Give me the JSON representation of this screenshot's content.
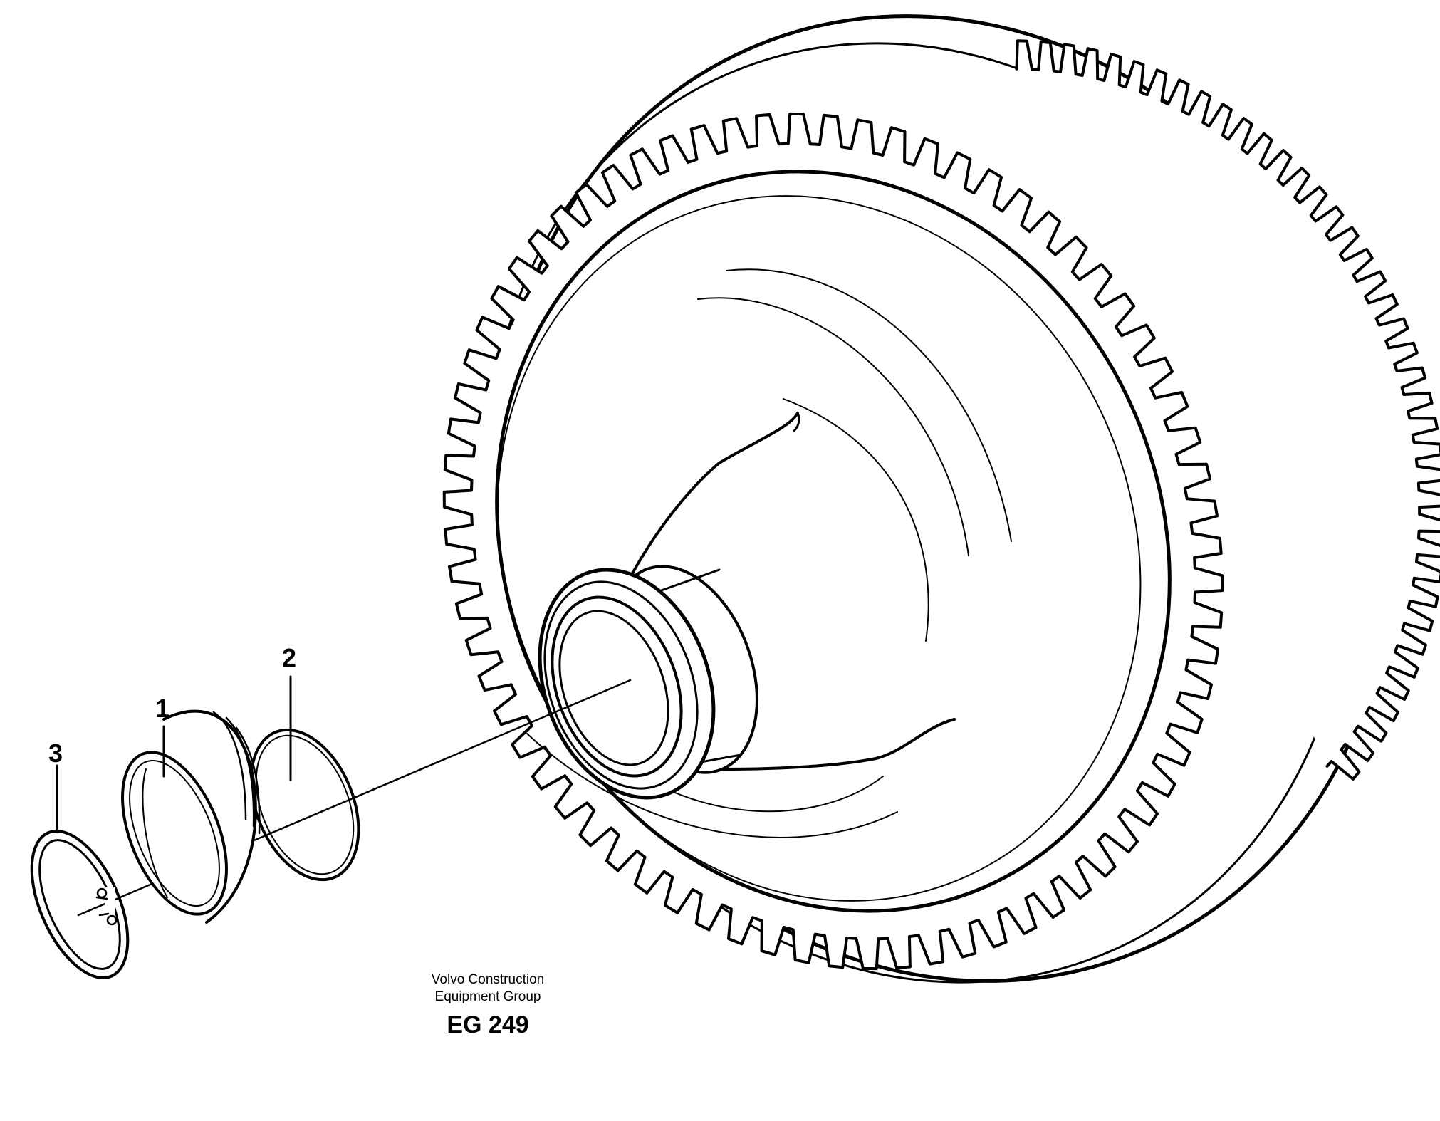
{
  "callouts": [
    {
      "label": "2"
    },
    {
      "label": "1"
    },
    {
      "label": "3"
    }
  ],
  "caption": {
    "line1": "Volvo Construction",
    "line2": "Equipment Group",
    "code": "EG 249"
  },
  "colors": {
    "ink": "#000000",
    "paper": "#ffffff"
  }
}
